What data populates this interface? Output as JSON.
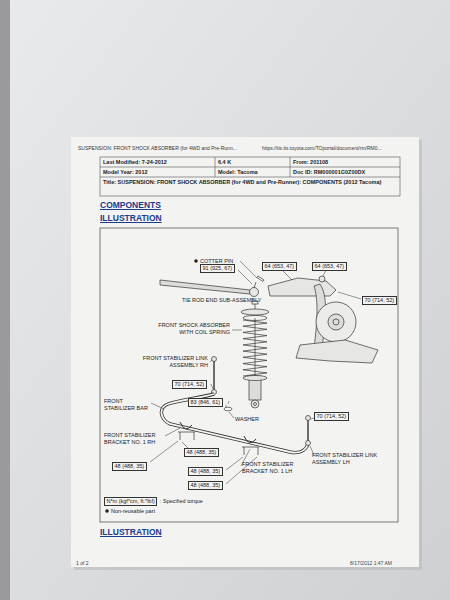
{
  "diagram": {
    "nodes": [
      {
        "text": [
          "64 (653, 47)"
        ]
      },
      {
        "text": [
          "64 (653, 47)"
        ]
      },
      {
        "text": [
          "91 (925, 67)"
        ]
      },
      {
        "text": [
          "70 (714, 52)"
        ]
      },
      {
        "text": [
          "70 (714, 52)"
        ]
      },
      {
        "text": [
          "83 (846, 61)"
        ]
      },
      {
        "text": [
          "48 (488, 35)"
        ]
      },
      {
        "text": [
          "48 (488, 35)"
        ]
      },
      {
        "text": [
          "48 (488, 35)"
        ]
      },
      {
        "text": [
          "48 (488, 35)"
        ]
      },
      {
        "text": [
          "70 (714, 52)"
        ]
      },
      {
        "text": [
          "N*m (kgf*cm, ft.*lbf)"
        ]
      }
    ],
    "labels": [
      "SUSPENSION: FRONT SHOCK ABSORBER (for 4WD and Pre-Runn...",
      "https://tis.tis.toyota.com/TOportal/document/rm/RM0...",
      "Last Modified: 7-24-2012",
      "6.4 K",
      "From: 201108",
      "Model Year: 2012",
      "Model: Tacoma",
      "Doc ID: RM000001G0Z00DX",
      "Title: SUSPENSION: FRONT SHOCK ABSORBER (for 4WD and Pre-Runner): COMPONENTS (2012 Tacoma)",
      "COMPONENTS",
      "ILLUSTRATION",
      "COTTER PIN",
      "TIE ROD END SUB-ASSEMBLY",
      "FRONT SHOCK ABSORBER WITH COIL SPRING",
      "FRONT STABILIZER LINK ASSEMBLY RH",
      "FRONT STABILIZER BAR",
      "WASHER",
      "FRONT STABILIZER BRACKET NO. 1 RH",
      "FRONT STABILIZER BRACKET NO. 1 LH",
      "FRONT STABILIZER LINK ASSEMBLY LH",
      "ILLUSTRATION",
      "1 of 2",
      "8/17/2012 1:47 AM"
    ],
    "legend": [
      {
        "text": ": Specified torque"
      },
      {
        "text": "Non-reusable part"
      }
    ]
  }
}
